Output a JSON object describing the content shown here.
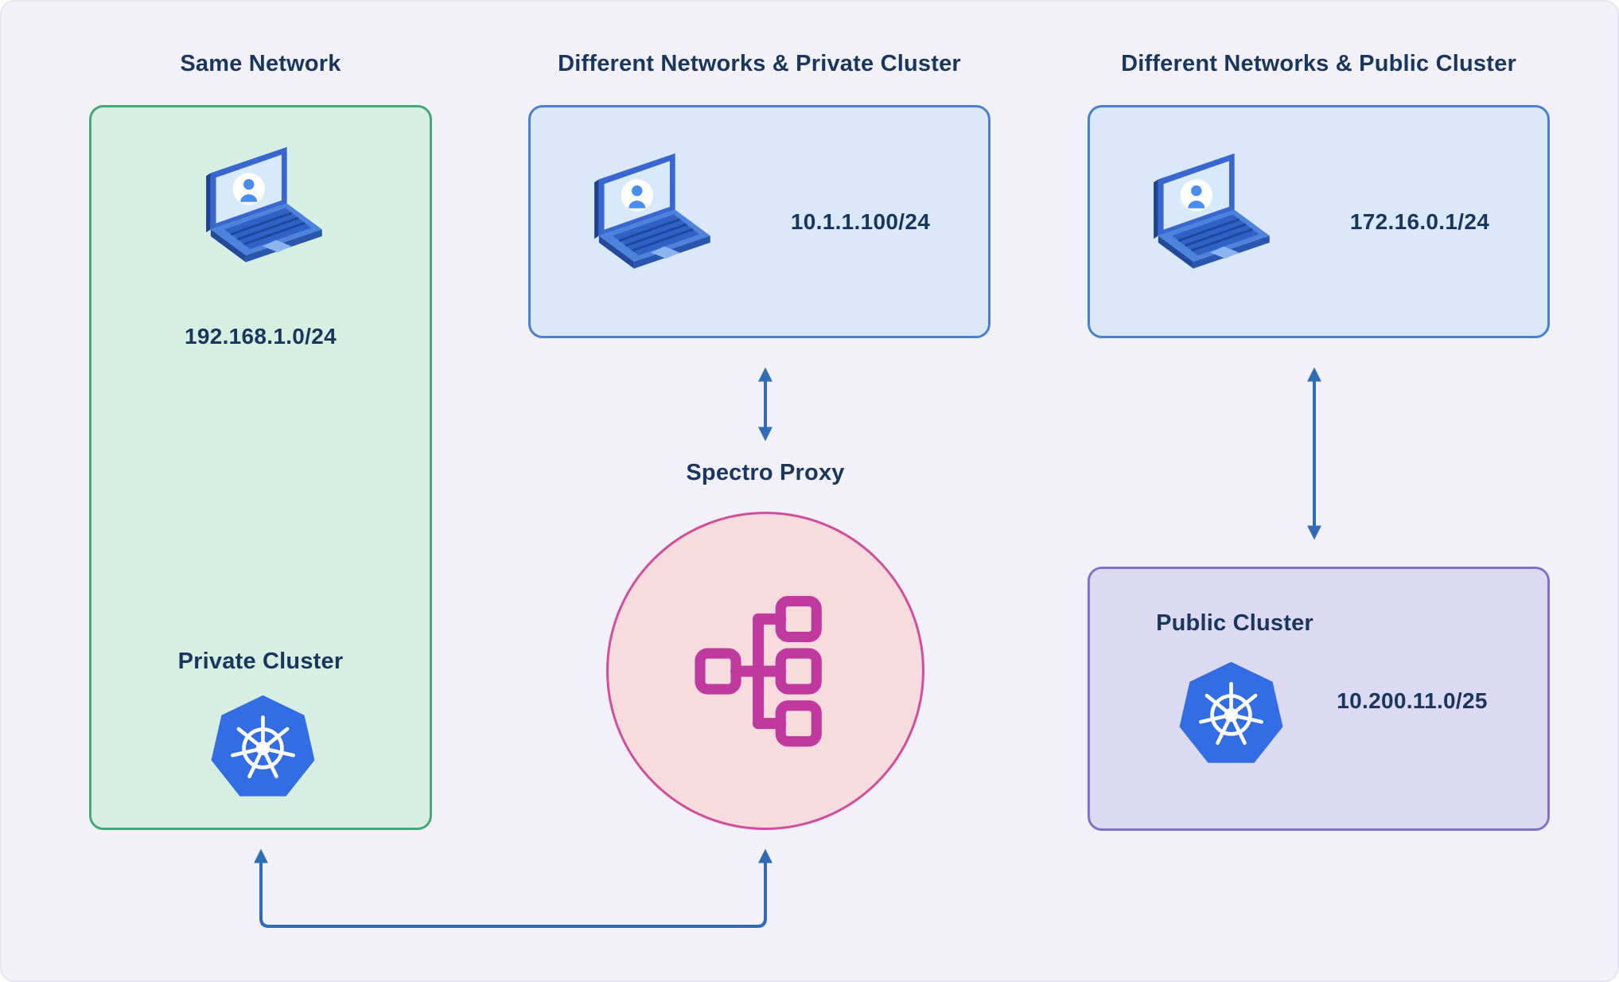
{
  "diagram": {
    "sections": {
      "same_network": {
        "title": "Same Network",
        "ip": "192.168.1.0/24",
        "cluster_label": "Private Cluster",
        "device_icon": "laptop-user-icon",
        "cluster_icon": "kubernetes-icon"
      },
      "different_private": {
        "title": "Different Networks & Private Cluster",
        "ip": "10.1.1.100/24",
        "device_icon": "laptop-user-icon"
      },
      "different_public": {
        "title": "Different Networks & Public Cluster",
        "ip": "172.16.0.1/24",
        "device_icon": "laptop-user-icon"
      },
      "proxy": {
        "label": "Spectro Proxy",
        "icon": "network-topology-icon"
      },
      "public_cluster": {
        "label": "Public Cluster",
        "ip": "10.200.11.0/25",
        "icon": "kubernetes-icon"
      }
    },
    "colors": {
      "background": "#f2f1f9",
      "text": "#19365f",
      "arrow": "#2e6cb5",
      "green_fill": "#d7eee2",
      "green_border": "#43a977",
      "blue_fill": "#dae8fa",
      "blue_border": "#4a7fd0",
      "purple_fill": "#dcd9f3",
      "purple_border": "#8170cc",
      "pink_fill": "#f8dbdd",
      "pink_border": "#cf4f9e",
      "kubernetes_blue": "#326de6",
      "icon_magenta": "#c0399f"
    }
  }
}
